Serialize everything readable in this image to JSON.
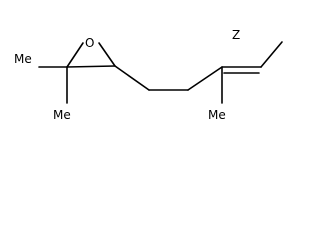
{
  "molecule": {
    "oxygen_label": "O",
    "stereo_label": "Z",
    "methyl_label_left": "Me",
    "methyl_label_bottom_left": "Me",
    "methyl_label_bottom_right": "Me"
  },
  "colors": {
    "bond": "#000000",
    "background": "#ffffff"
  }
}
